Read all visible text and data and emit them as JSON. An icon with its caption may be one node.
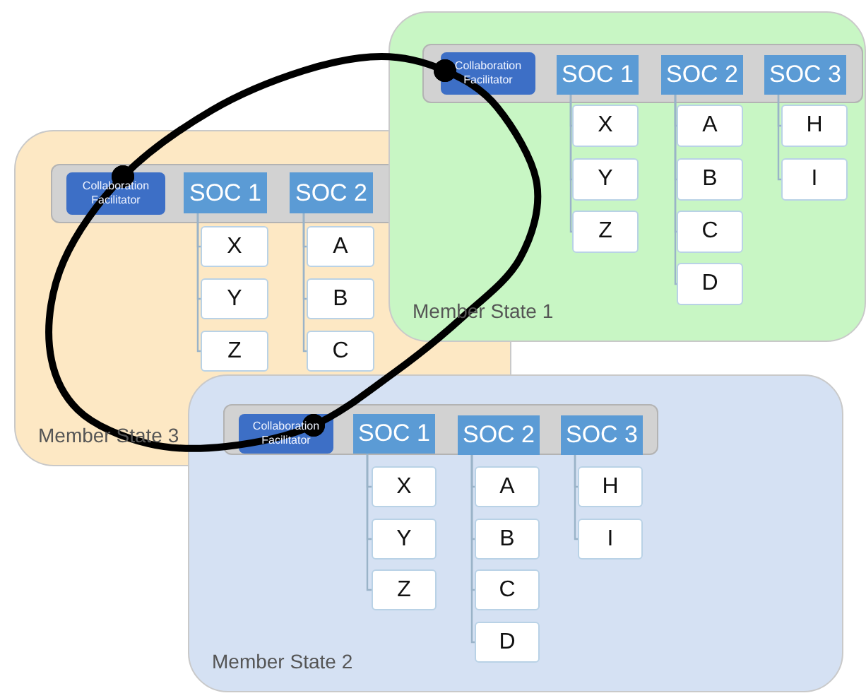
{
  "diagram": {
    "nodes": [
      {
        "text": [
          "Member State 1"
        ]
      },
      {
        "text": [
          "Collaboration Facilitator"
        ],
        "in": 0
      },
      {
        "text": [
          "SOC 1"
        ],
        "in": 0
      },
      {
        "text": [
          "X"
        ],
        "in": 0
      },
      {
        "text": [
          "Y"
        ],
        "in": 0
      },
      {
        "text": [
          "Z"
        ],
        "in": 0
      },
      {
        "text": [
          "SOC 2"
        ],
        "in": 0
      },
      {
        "text": [
          "A"
        ],
        "in": 0
      },
      {
        "text": [
          "B"
        ],
        "in": 0
      },
      {
        "text": [
          "C"
        ],
        "in": 0
      },
      {
        "text": [
          "D"
        ],
        "in": 0
      },
      {
        "text": [
          "SOC 3"
        ],
        "in": 0
      },
      {
        "text": [
          "H"
        ],
        "in": 0
      },
      {
        "text": [
          "I"
        ],
        "in": 0
      },
      {
        "text": [
          "Member State 3"
        ]
      },
      {
        "text": [
          "Collaboration Facilitator"
        ],
        "in": 14
      },
      {
        "text": [
          "SOC 1"
        ],
        "in": 14
      },
      {
        "text": [
          "X"
        ],
        "in": 14
      },
      {
        "text": [
          "Y"
        ],
        "in": 14
      },
      {
        "text": [
          "Z"
        ],
        "in": 14
      },
      {
        "text": [
          "SOC 2"
        ],
        "in": 14
      },
      {
        "text": [
          "A"
        ],
        "in": 14
      },
      {
        "text": [
          "B"
        ],
        "in": 14
      },
      {
        "text": [
          "C"
        ],
        "in": 14
      },
      {
        "text": [
          "Member State 2"
        ]
      },
      {
        "text": [
          "Collaboration Facilitator"
        ]
      },
      {
        "text": [
          "SOC 1"
        ]
      },
      {
        "text": [
          "X"
        ],
        "in": 24
      },
      {
        "text": [
          "Y"
        ],
        "in": 24
      },
      {
        "text": [
          "Z"
        ],
        "in": 24
      },
      {
        "text": [
          "SOC 2"
        ],
        "in": 24
      },
      {
        "text": [
          "A"
        ],
        "in": 24
      },
      {
        "text": [
          "B"
        ],
        "in": 24
      },
      {
        "text": [
          "C"
        ],
        "in": 24
      },
      {
        "text": [
          "D"
        ],
        "in": 24
      },
      {
        "text": [
          "SOC 3"
        ],
        "in": 24
      },
      {
        "text": [
          "H"
        ],
        "in": 24
      },
      {
        "text": [
          "I"
        ],
        "in": 24
      }
    ],
    "edges": [
      {
        "from": 15,
        "to": 1,
        "arrow": "other",
        "style": "thick",
        "color": "#000000"
      },
      {
        "from": 1,
        "to": 25,
        "arrow": "other",
        "style": "thick",
        "color": "#000000"
      },
      {
        "from": 25,
        "to": 15,
        "arrow": "other",
        "style": "thick",
        "color": "#000000"
      },
      {
        "from": 2,
        "to": 3,
        "arrow": "none"
      },
      {
        "from": 2,
        "to": 4,
        "arrow": "none"
      },
      {
        "from": 2,
        "to": 5,
        "arrow": "none"
      },
      {
        "from": 6,
        "to": 7,
        "arrow": "none"
      },
      {
        "from": 6,
        "to": 8,
        "arrow": "none"
      },
      {
        "from": 6,
        "to": 9,
        "arrow": "none"
      },
      {
        "from": 6,
        "to": 10,
        "arrow": "none"
      },
      {
        "from": 11,
        "to": 12,
        "arrow": "none"
      },
      {
        "from": 11,
        "to": 13,
        "arrow": "none"
      },
      {
        "from": 16,
        "to": 17,
        "arrow": "none"
      },
      {
        "from": 16,
        "to": 18,
        "arrow": "none"
      },
      {
        "from": 16,
        "to": 19,
        "arrow": "none"
      },
      {
        "from": 20,
        "to": 21,
        "arrow": "none"
      },
      {
        "from": 20,
        "to": 22,
        "arrow": "none"
      },
      {
        "from": 20,
        "to": 23,
        "arrow": "none"
      },
      {
        "from": 26,
        "to": 27,
        "arrow": "none"
      },
      {
        "from": 26,
        "to": 28,
        "arrow": "none"
      },
      {
        "from": 26,
        "to": 29,
        "arrow": "none"
      },
      {
        "from": 30,
        "to": 31,
        "arrow": "none"
      },
      {
        "from": 30,
        "to": 32,
        "arrow": "none"
      },
      {
        "from": 30,
        "to": 33,
        "arrow": "none"
      },
      {
        "from": 30,
        "to": 34,
        "arrow": "none"
      },
      {
        "from": 35,
        "to": 36,
        "arrow": "none"
      },
      {
        "from": 35,
        "to": 37,
        "arrow": "none"
      }
    ]
  }
}
